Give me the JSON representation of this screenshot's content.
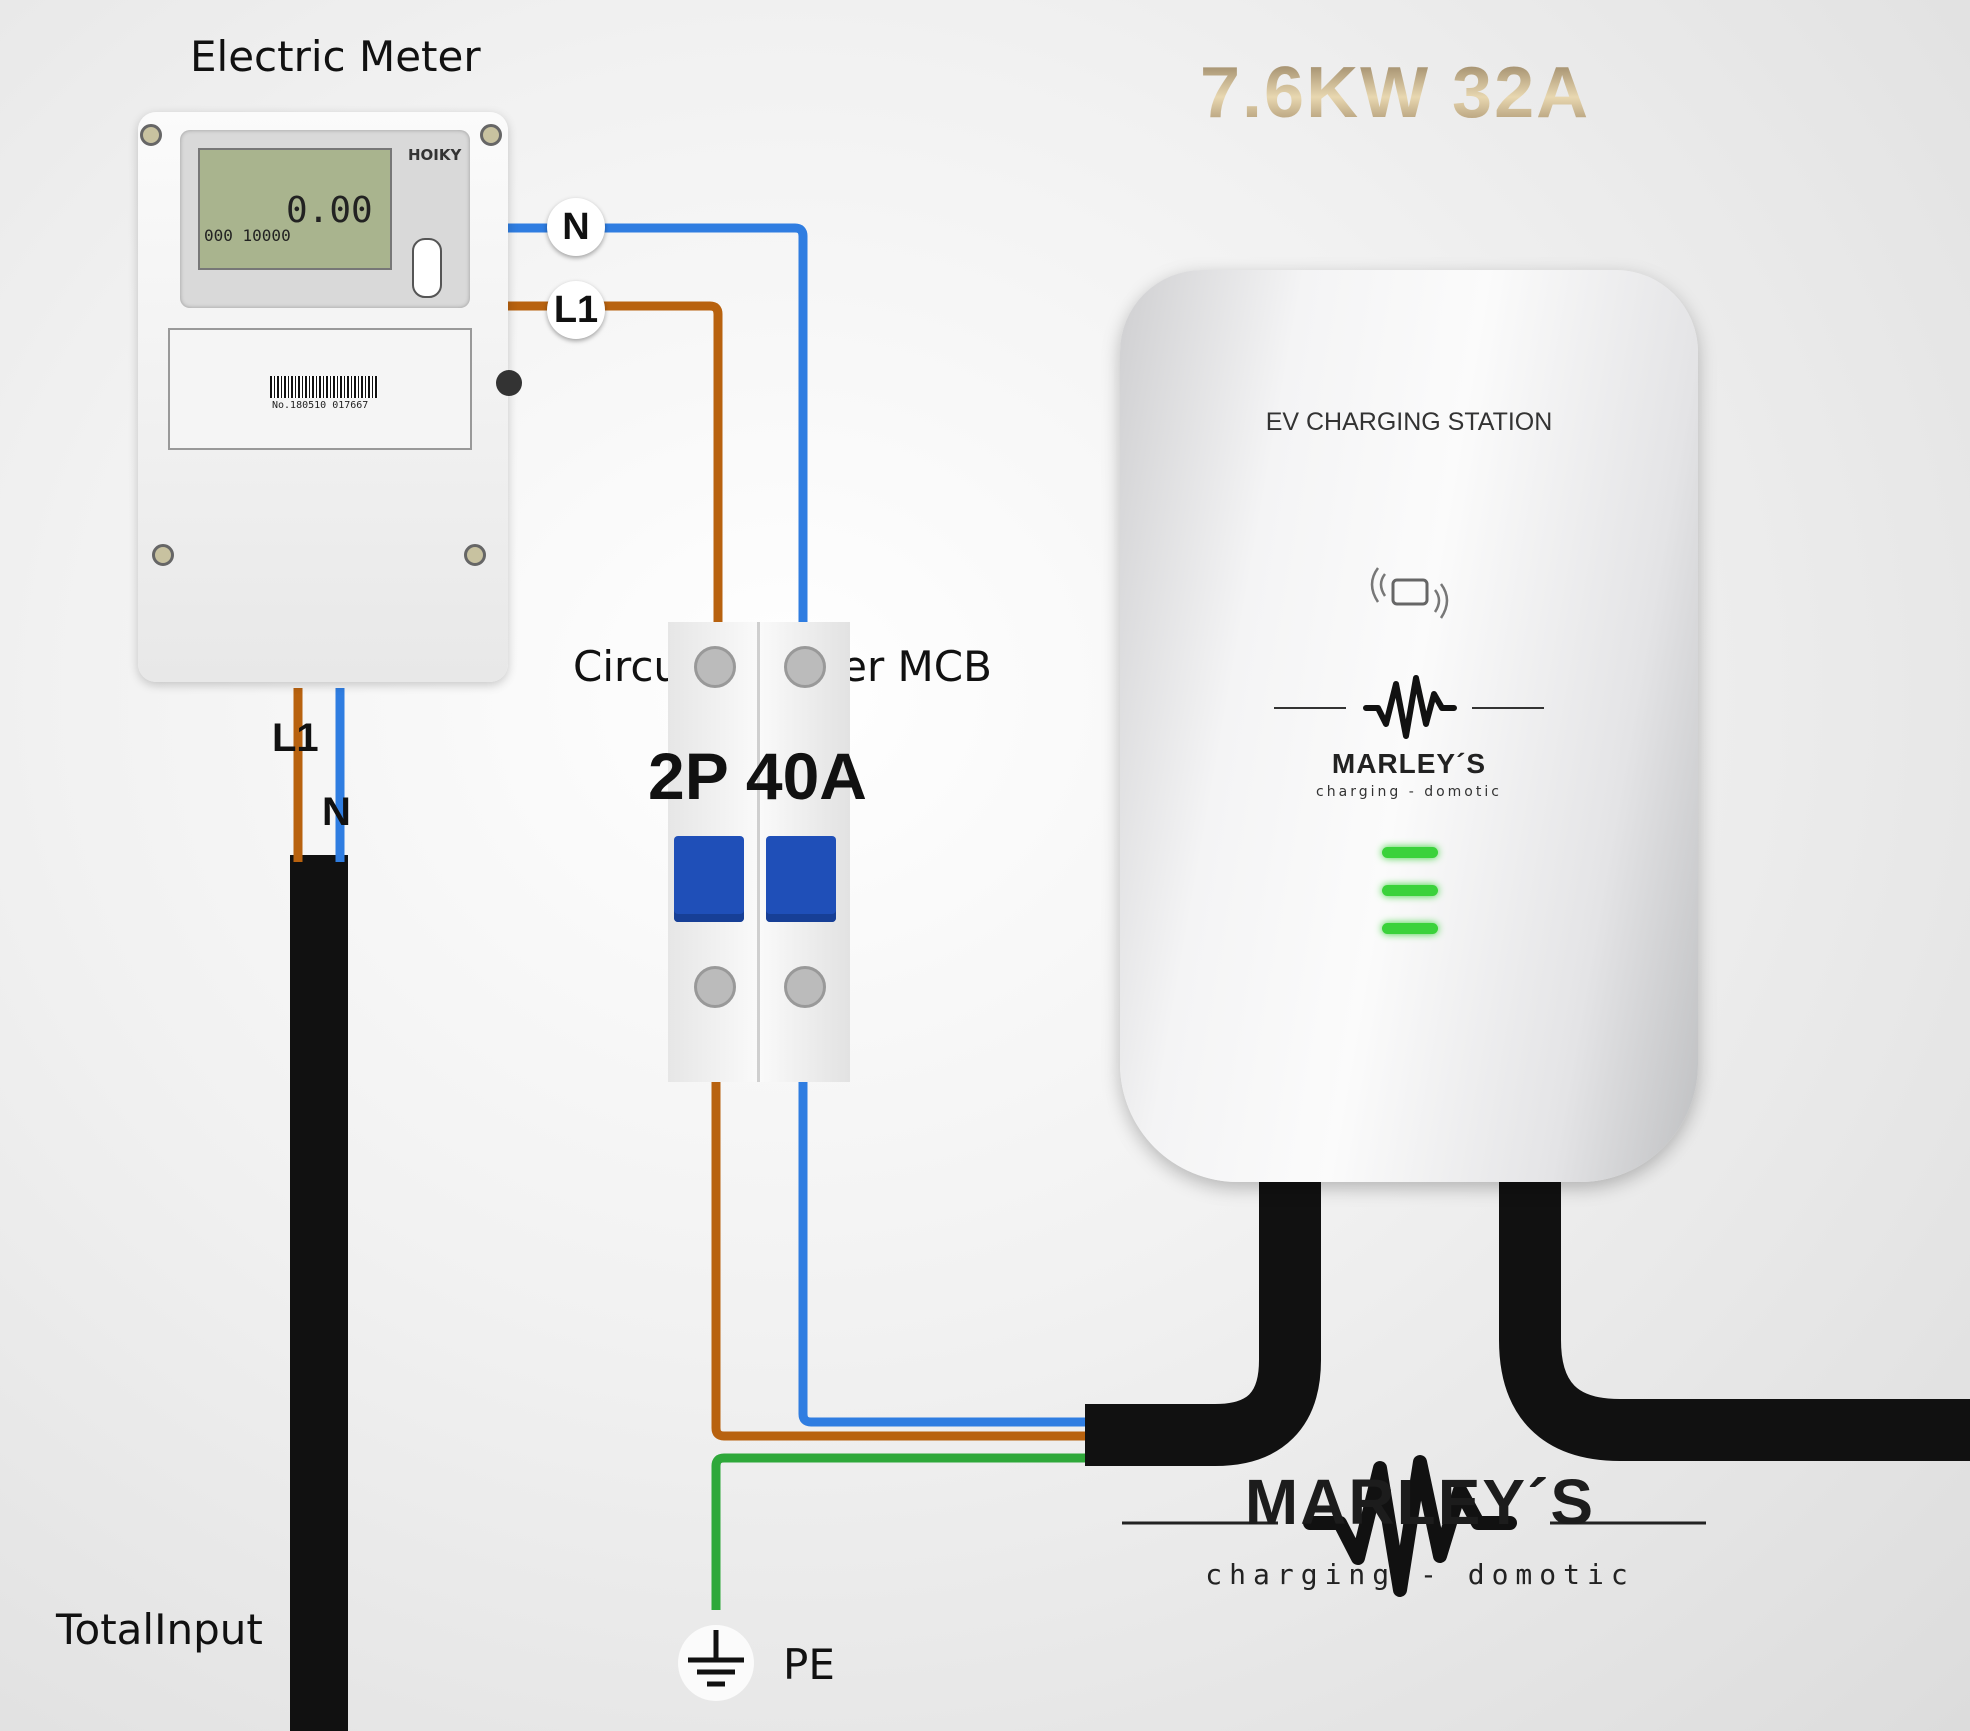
{
  "labels": {
    "meter_title": "Electric Meter",
    "breaker_title": "Circuit Breaker MCB",
    "breaker_rating": "2P 40A",
    "total_input": "TotalInput",
    "pe": "PE",
    "power_spec": "7.6KW   32A"
  },
  "wires": {
    "neutral": "N",
    "line": "L1"
  },
  "meter": {
    "reading": "0.00",
    "counter": "000 10000",
    "brand": "HOIKY",
    "serial": "No.180510 017667"
  },
  "charger": {
    "title": "EV CHARGING STATION",
    "brand": "MARLEY´S",
    "tagline": "charging - domotic"
  },
  "logo": {
    "brand": "MARLEY´S",
    "tagline": "charging - domotic"
  },
  "colors": {
    "neutral_wire": "#2f7de1",
    "line_wire": "#b8620f",
    "earth_wire": "#2ea83a",
    "cable": "#111111",
    "breaker_lever": "#1f4fb8",
    "led": "#3bd23b"
  },
  "icons": [
    "nfc-card-icon",
    "heartbeat-logo-icon",
    "ground-symbol-icon"
  ]
}
